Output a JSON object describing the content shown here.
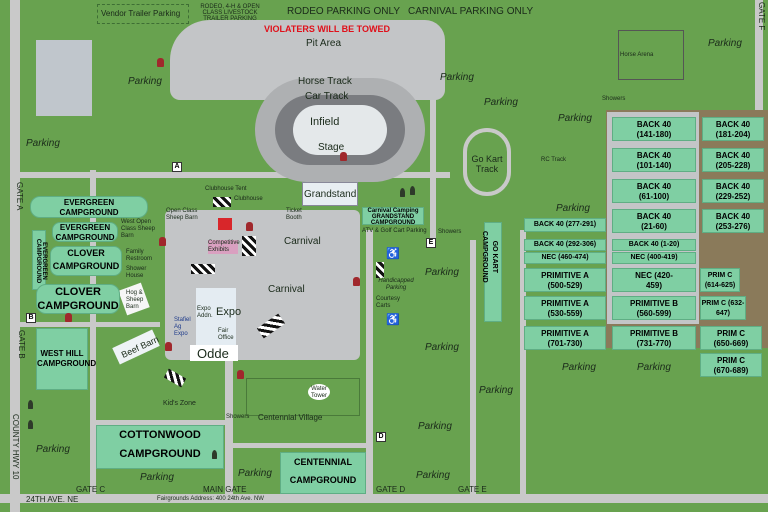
{
  "colors": {
    "grass": "#68a24f",
    "road": "#c9c9c9",
    "campground": "#7fcfa3",
    "warning": "#e0101a",
    "hydrant": "#a0282c",
    "brown_lot": "#8a7a5a"
  },
  "top_notices": {
    "vendor": "Vendor Trailer Parking",
    "rodeo_4h": "RODEO, 4-H & OPEN CLASS LIVESTOCK TRAILER PARKING",
    "rodeo": "RODEO PARKING ONLY",
    "carnival": "CARNIVAL PARKING ONLY",
    "warning": "VIOLATERS WILL BE TOWED"
  },
  "track": {
    "pit": "Pit Area",
    "horse": "Horse Track",
    "car": "Car Track",
    "infield": "Infield",
    "stage": "Stage",
    "grandstand": "Grandstand",
    "go_kart": "Go Kart Track",
    "rc": "RC Track",
    "horse_arena": "Horse Arena"
  },
  "gates": {
    "a": "GATE A",
    "b": "GATE B",
    "c": "GATE C",
    "main": "MAIN GATE",
    "d": "GATE D",
    "e": "GATE E",
    "f": "GATE F"
  },
  "markers": {
    "a": "A",
    "b": "B",
    "d": "D",
    "e": "E"
  },
  "roads": {
    "hwy": "COUNTY HWY 10",
    "ave": "24TH AVE. NE",
    "address": "Fairgrounds Address: 400 24th Ave. NW"
  },
  "parking": "Parking",
  "campgrounds": {
    "evergreen": "EVERGREEN CAMPGROUND",
    "evergreen_v": "EVERGREEN CAMPGROUND",
    "clover1": "CLOVER",
    "clover1b": "CAMPGROUND",
    "clover2": "CLOVER",
    "clover2b": "CAMPGROUND",
    "west_hill": "WEST HILL CAMPGROUND",
    "cottonwood": "COTTONWOOD",
    "cottonwood_b": "CAMPGROUND",
    "centennial": "CENTENNIAL",
    "centennial_b": "CAMPGROUND",
    "go_kart": "GO KART CAMPGROUND",
    "grandstand_top": "Carnival Camping",
    "grandstand": "GRANDSTAND CAMPGROUND"
  },
  "back40": [
    "BACK 40 (141-180)",
    "BACK 40 (181-204)",
    "BACK 40 (101-140)",
    "BACK 40 (205-228)",
    "BACK 40 (61-100)",
    "BACK 40 (229-252)",
    "BACK 40 (21-60)",
    "BACK 40 (253-276)",
    "BACK 40 (277-291)",
    "BACK 40 (292-306)",
    "BACK 40 (1-20)",
    "NEC (460-474)",
    "NEC (400-419)",
    "PRIMITIVE A (500-529)",
    "NEC (420-459)",
    "PRIM C (614-625)",
    "PRIMITIVE A (530-559)",
    "PRIMITIVE B (560-599)",
    "PRIM C (632-647)",
    "PRIMITIVE A (701-730)",
    "PRIMITIVE B (731-770)",
    "PRIM C (650-669)",
    "PRIM C (670-689)"
  ],
  "buildings": {
    "clubhouse_tent": "Clubhouse Tent",
    "clubhouse": "Clubhouse",
    "open_class": "Open Class Sheep Barn",
    "west_open": "West Open Class Sheep Barn",
    "family_restroom": "Family Restroom",
    "shower_house": "Shower House",
    "hog_sheep": "Hog & Sheep Barn",
    "beef_barn": "Beef Barn",
    "expo": "Expo",
    "expo_addn": "Expo Addn.",
    "fair_office": "Fair Office",
    "odde": "Odde",
    "ag_expo": "Stafiel Ag Expo",
    "carnival1": "Carnival",
    "carnival2": "Carnival",
    "kids_zone": "Kid's Zone",
    "showers1": "Showers",
    "showers2": "Showers",
    "showers3": "Showers",
    "centennial_village": "Centennial Village",
    "water_tower": "Water Tower",
    "ticket_booth": "Ticket Booth",
    "atv": "ATV & Golf Cart Parking",
    "handicapped": "Handicapped Parking",
    "courtesy_carts": "Courtesy Carts",
    "competition": "Competitive Exhibits"
  }
}
